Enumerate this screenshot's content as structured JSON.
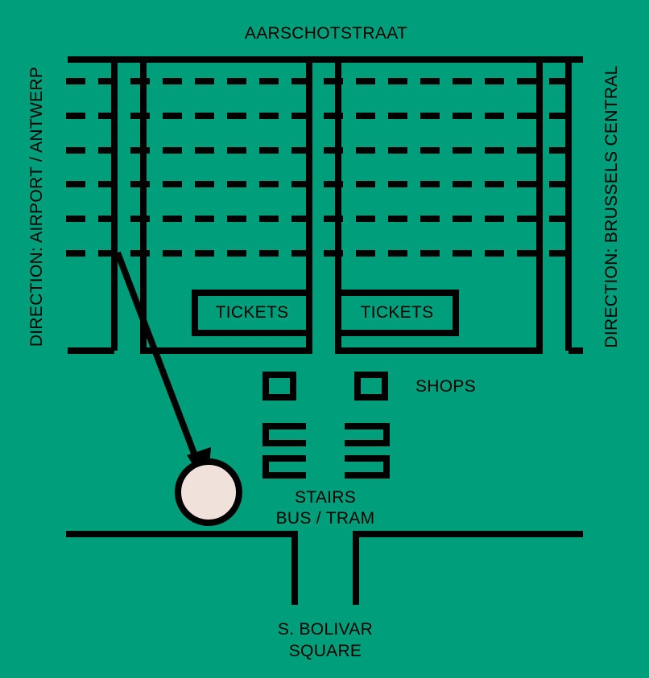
{
  "map": {
    "colors": {
      "background": "#009e7a",
      "lines": "#000000",
      "marker_fill": "#f0e2da"
    },
    "labels": {
      "north_street": "AARSCHOTSTRAAT",
      "direction_left": "DIRECTION: AIRPORT / ANTWERP",
      "direction_right": "DIRECTION: BRUSSELS CENTRAL",
      "tickets_left": "TICKETS",
      "tickets_right": "TICKETS",
      "shops": "SHOPS",
      "stairs": "STAIRS",
      "bus_tram": "BUS / TRAM",
      "square_line1": "S. BOLIVAR",
      "square_line2": "SQUARE"
    },
    "icons": {
      "meeting_point": "circle-marker-icon",
      "route": "arrow-icon"
    }
  }
}
